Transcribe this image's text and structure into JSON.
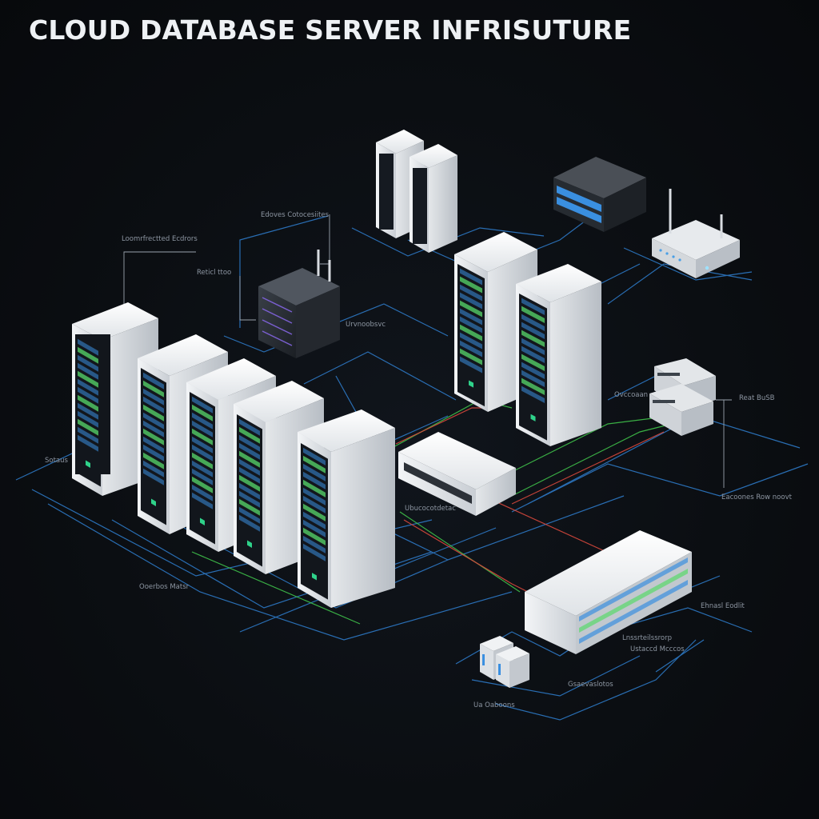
{
  "title": "CLOUD DATABASE SERVER INFRISUTURE",
  "labels": {
    "top_center": "Edoves Cotocesiites",
    "top_left": "Loomrfrectted Ecdrors",
    "router_left": "Reticl ttoo",
    "left_edge": "Sotaus",
    "bottom_left": "Ooerbos Matsr",
    "switch_under": "Ubucocotdetac",
    "switch_under_left": "Urvnoobsvc",
    "center_right": "Ovccoaan",
    "right_top": "Reat BuSB",
    "right_bottom": "Eacoones Row noovt",
    "storage_right": "Ehnasl Eodlit",
    "storage_below": "Lnssrteilssrorp",
    "storage_below_2": "Ustaccd Mcccos",
    "small_units": "Gsaevaslotos",
    "bottom": "Ua Oaboons"
  },
  "colors": {
    "accent_blue": "#2f7fd0",
    "link_green": "#3fc24a",
    "link_red": "#d8483c",
    "panel_green": "#58d96b",
    "panel_blue": "#3a8fe0"
  }
}
